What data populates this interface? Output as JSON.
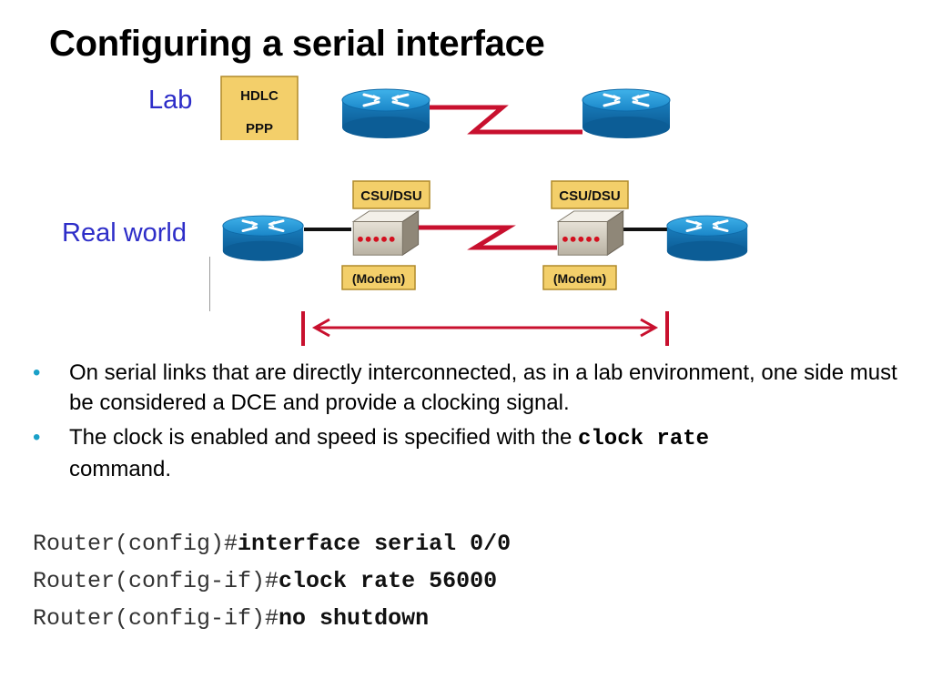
{
  "slide": {
    "title": "Configuring a serial interface"
  },
  "diagram": {
    "lab_label": "Lab",
    "real_world_label": "Real world",
    "protocol_box": {
      "line1": "HDLC",
      "line2": "PPP"
    },
    "csu_dsu_label": "CSU/DSU",
    "modem_label": "(Modem)",
    "colors": {
      "router_blue": "#1e8fd0",
      "serial_red": "#c8102e",
      "tag_yellow": "#f3cf6a",
      "label_blue": "#2d2dc8"
    },
    "icons": [
      "router-icon",
      "csu-dsu-device-icon",
      "double-arrow-icon"
    ]
  },
  "bullets": [
    {
      "text": "On serial links that are directly interconnected, as in a lab environment, one side must be considered a DCE and provide a clocking signal."
    },
    {
      "text_before": "The clock is enabled and speed is specified with the ",
      "code": "clock rate",
      "text_after": "command."
    }
  ],
  "cli": [
    {
      "prompt": "Router(config)#",
      "command": "interface serial 0/0"
    },
    {
      "prompt": "Router(config-if)#",
      "command": "clock rate 56000"
    },
    {
      "prompt": "Router(config-if)#",
      "command": "no shutdown"
    }
  ]
}
